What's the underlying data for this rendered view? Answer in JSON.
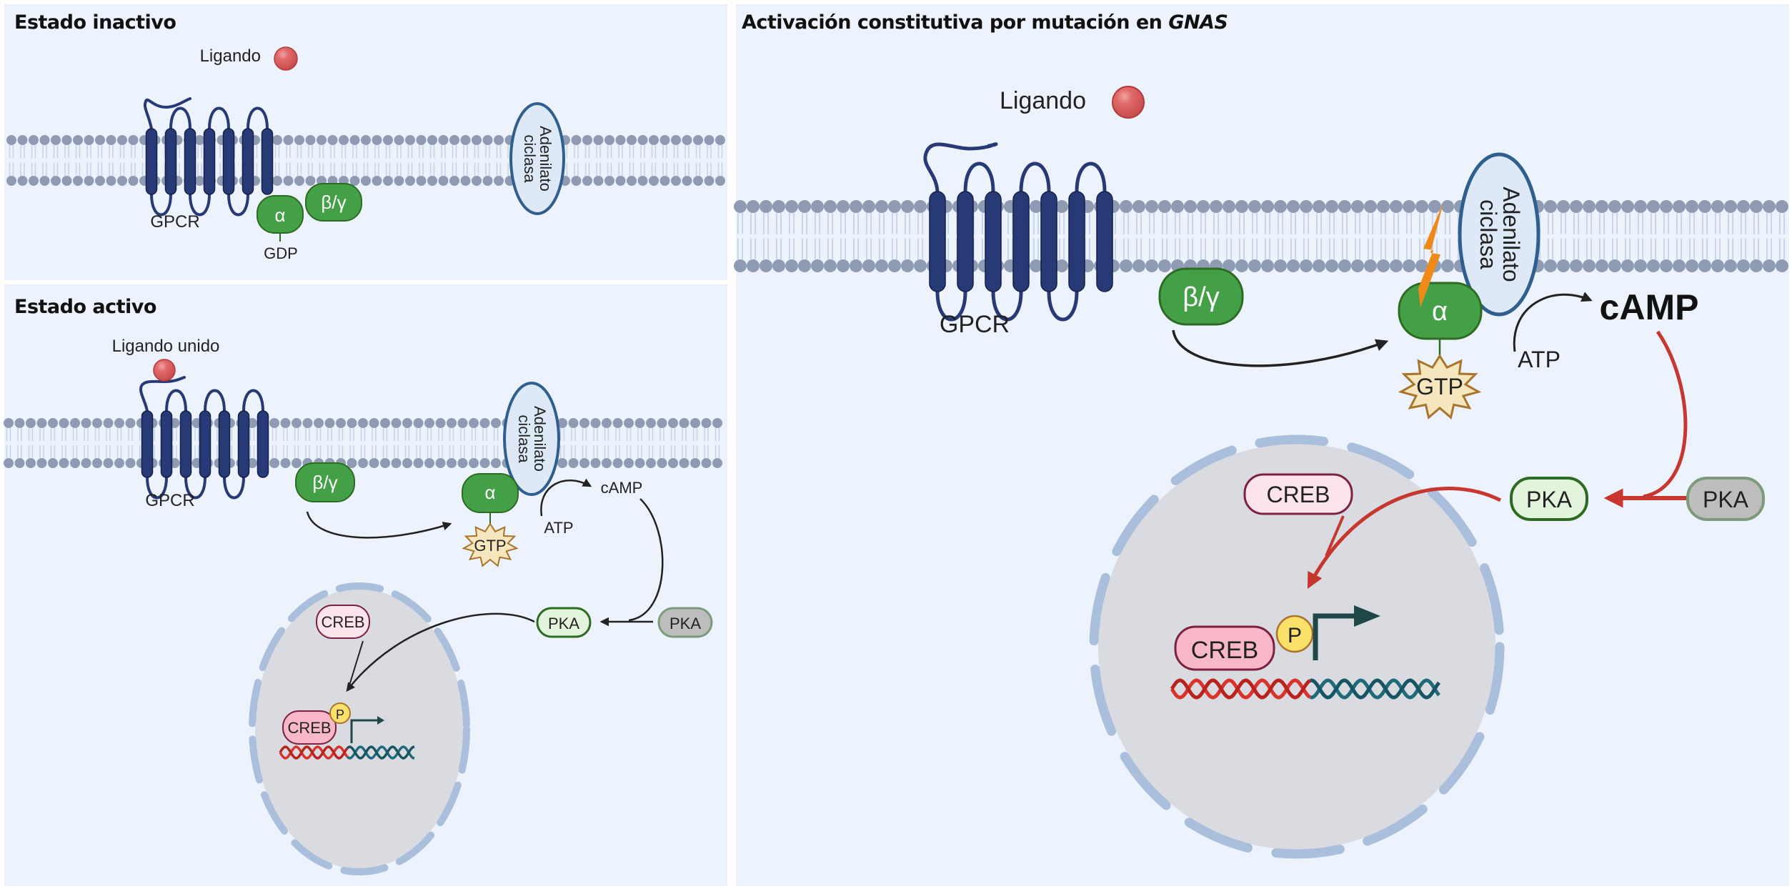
{
  "colors": {
    "panel_bg": "#edf3fd",
    "membrane_head": "#8e9bb3",
    "membrane_tail": "#c3d3e8",
    "gpcr": "#273a76",
    "g_protein": "#43a047",
    "g_protein_border": "#2e6b22",
    "cyclase_fill": "#dde9f7",
    "cyclase_border": "#2f5f8f",
    "gtp_fill": "#f6e6be",
    "gtp_border": "#a9742b",
    "pka_active_fill": "#e2f5dc",
    "pka_active_border": "#2e6b22",
    "pka_inactive_fill": "#bdbdbd",
    "pka_inactive_border": "#7d9b7a",
    "creb_fill": "#fde4ea",
    "creb_bound_fill": "#f9b8c9",
    "creb_border": "#7d2140",
    "phosphate": "#fbe06a",
    "nucleus_fill": "#d9dbe0",
    "nucleus_envelope": "#a9bfdc",
    "ligand": "#e06a6a",
    "mutation_bolt": "#ef8a1a",
    "arrow_black": "#222222",
    "arrow_red": "#c8372f",
    "dna_red": "#d9342c",
    "dna_teal": "#1f6b7a",
    "tss_arrow": "#1f4747"
  },
  "panels": {
    "inactive": {
      "title": "Estado inactivo",
      "ligand_label": "Ligando",
      "gpcr_label": "GPCR",
      "alpha_label": "α",
      "betagamma_label": "β/γ",
      "gdp_label": "GDP",
      "cyclase_line1": "Adenilato",
      "cyclase_line2": "ciclasa"
    },
    "active": {
      "title": "Estado activo",
      "ligand_label": "Ligando unido",
      "gpcr_label": "GPCR",
      "alpha_label": "α",
      "betagamma_label": "β/γ",
      "gtp_label": "GTP",
      "atp_label": "ATP",
      "camp_label": "cAMP",
      "cyclase_line1": "Adenilato",
      "cyclase_line2": "ciclasa",
      "pka_active_label": "PKA",
      "pka_inactive_label": "PKA",
      "creb_label": "CREB",
      "creb_bound_label": "CREB",
      "phosphate_label": "P"
    },
    "gnas": {
      "title_prefix": "Activación constitutiva por mutación en ",
      "title_gene": "GNAS",
      "ligand_label": "Ligando",
      "gpcr_label": "GPCR",
      "alpha_label": "α",
      "betagamma_label": "β/γ",
      "gtp_label": "GTP",
      "atp_label": "ATP",
      "camp_label": "cAMP",
      "cyclase_line1": "Adenilato",
      "cyclase_line2": "ciclasa",
      "pka_active_label": "PKA",
      "pka_inactive_label": "PKA",
      "creb_label": "CREB",
      "creb_bound_label": "CREB",
      "phosphate_label": "P"
    }
  }
}
